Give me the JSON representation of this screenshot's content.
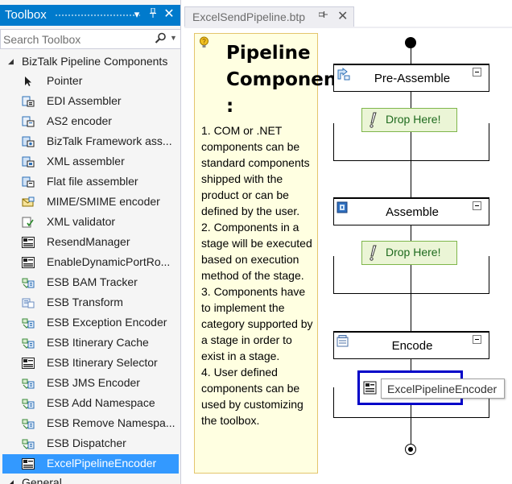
{
  "toolbox": {
    "title": "Toolbox",
    "search_placeholder": "Search Toolbox",
    "group_label": "BizTalk Pipeline Components",
    "items": [
      {
        "label": "Pointer",
        "icon": "pointer-icon"
      },
      {
        "label": "EDI Assembler",
        "icon": "edi-assembler-icon"
      },
      {
        "label": "AS2 encoder",
        "icon": "as2-encoder-icon"
      },
      {
        "label": "BizTalk Framework ass...",
        "icon": "biztalk-framework-icon"
      },
      {
        "label": "XML assembler",
        "icon": "xml-assembler-icon"
      },
      {
        "label": "Flat file assembler",
        "icon": "flat-file-assembler-icon"
      },
      {
        "label": "MIME/SMIME encoder",
        "icon": "mime-encoder-icon"
      },
      {
        "label": "XML validator",
        "icon": "xml-validator-icon"
      },
      {
        "label": "ResendManager",
        "icon": "component-icon"
      },
      {
        "label": "EnableDynamicPortRo...",
        "icon": "component-icon"
      },
      {
        "label": "ESB BAM Tracker",
        "icon": "esb-component-icon"
      },
      {
        "label": "ESB Transform",
        "icon": "esb-transform-icon"
      },
      {
        "label": "ESB Exception Encoder",
        "icon": "esb-component-icon"
      },
      {
        "label": "ESB Itinerary Cache",
        "icon": "esb-component-icon"
      },
      {
        "label": "ESB Itinerary Selector",
        "icon": "component-icon"
      },
      {
        "label": "ESB JMS Encoder",
        "icon": "esb-component-icon"
      },
      {
        "label": "ESB Add Namespace",
        "icon": "esb-component-icon"
      },
      {
        "label": "ESB Remove Namespa...",
        "icon": "esb-component-icon"
      },
      {
        "label": "ESB Dispatcher",
        "icon": "esb-component-icon"
      },
      {
        "label": "ExcelPipelineEncoder",
        "icon": "component-icon"
      }
    ],
    "general_label": "General",
    "selected_color": "#3399ff",
    "title_color": "#007acc"
  },
  "document": {
    "tab_label": "ExcelSendPipeline.btp"
  },
  "help_note": {
    "title": "Pipeline Components :",
    "points": [
      "1. COM or .NET components can be standard components shipped with the product or can be defined by the user.",
      "2. Components in a stage will be executed based on execution method of the stage.",
      "3. Components have to implement the category supported by a stage in order to exist in a stage.",
      "4. User defined components can be used by customizing the toolbox."
    ]
  },
  "pipeline": {
    "stages": [
      {
        "name": "Pre-Assemble",
        "drop_label": "Drop Here!"
      },
      {
        "name": "Assemble",
        "drop_label": "Drop Here!"
      },
      {
        "name": "Encode",
        "component_label": "ExcelPipelineEncoder"
      }
    ],
    "drop_color": "#ebf5d6",
    "component_border_color": "#0000c8"
  }
}
